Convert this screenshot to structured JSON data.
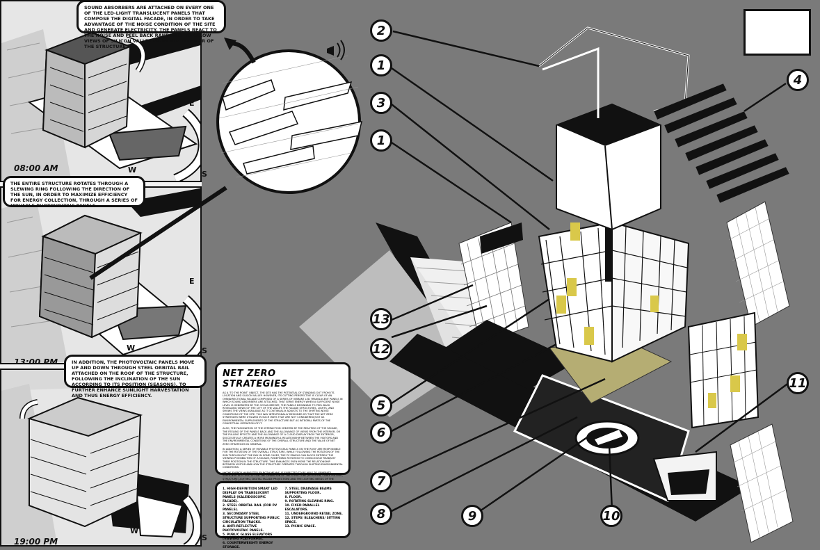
{
  "times": [
    "08:00 AM",
    "13:00 PM",
    "19:00 PM"
  ],
  "compass": {
    "east": "E",
    "west": "W",
    "south": "S"
  },
  "callouts": {
    "sound": "Sound absorbers are attached on every one of the LED-light translucent panels that compose the digital facade, in order to take advantage of the noise condition of the site and generate electricity. The panels react to the noise and peel back randomly to allow views of Silicon Valley from the interior of the structure.",
    "rotation": "The entire structure rotates through a slewing ring following the direction of the sun, in order to maximize efficiency for energy collection, through a series of movable photovoltaic panels.",
    "pv": "In addition, the photovoltaic panels move up and down through steel orbital rail attached on the roof of the structure, following the inclination of the sun according to its position (seasons), to further enhance sunlight harvestation and thus energy efficiency."
  },
  "netzero": {
    "title": "NET ZERO STRATEGIES",
    "paragraphs": [
      "As a 'to the point' object, the site has the potential of standing out from its location and Silicon Valley. However, its cutting perspective is clear of an omnidirectional facade composed of a series of vibrant LED translucent panels in which sound absorbers are attached, that serve energy when a sufficient noise level is generated by the ocean breeze, the panels beginning to peel back revealing views of the city of the valley. The facade structures, lights, and shows the views available as it continually adjusts to the shifting noise conditions of the site. This way intentionally designed so that the net zero strategies were utilized in such ways that are not considered just as environmental supplements of the structure but as integral parts of the conceptual operation of it.",
      "Also, the fascination of the interaction created by the reacting of the facade, the feeling of the panels back and the allowance of views from the interior, or the pulling effects and the allowance of a cloud display from the exterior, successfully creates a more meaningful relationship between the visitors and the environmental conditions of the overall structure and the value of net zero strategies in general.",
      "In addition, a series of movable photovoltaic panels on the roof are responsible for the rotation of the overall structure, while following the rotation of the sun throughout the day. In some cases, the PV panels can block entirely the viewing possibilities of a facade, redefining rotation to consciously readjust their position in the structure. This enhances even more the relationship between visitor and how the structure operates through shifting environmental conditions."
    ],
    "note": "***The energy harvested by both means, is expected to be able to generate sufficient electricity for the operation of the structure (rotation, cable pulling, structure lighting, digital facade projection) and the lighting needs of the overall park.***"
  },
  "legend_left": [
    "1. High-definition smart LED display on translucent panels (kaleidoscopic facade).",
    "2. Steel orbital rail (for PV panels).",
    "3. Secondary steel structure supporting public circulation tracks.",
    "4. Anti-reflective photovoltaic panels.",
    "5. Public glass elevators (viewing platforms).",
    "6. Counterweight/ energy storage."
  ],
  "legend_right": [
    "7. Steel drainage beams supporting floor.",
    "8. Floor.",
    "9. Rotating slewing ring.",
    "10. Fixed parallel escalators.",
    "11. Underground retail zone.",
    "12. Steps/ bleachers/ sitting space.",
    "13. Picnic space."
  ],
  "diagram_labels": [
    "1",
    "2",
    "3",
    "1",
    "4",
    "5",
    "6",
    "7",
    "8",
    "9",
    "10",
    "11",
    "12",
    "13"
  ],
  "colors": {
    "background": "#7a7a7a",
    "accent_yellow": "#d9c84a",
    "olive_floor": "#b5ad73"
  }
}
